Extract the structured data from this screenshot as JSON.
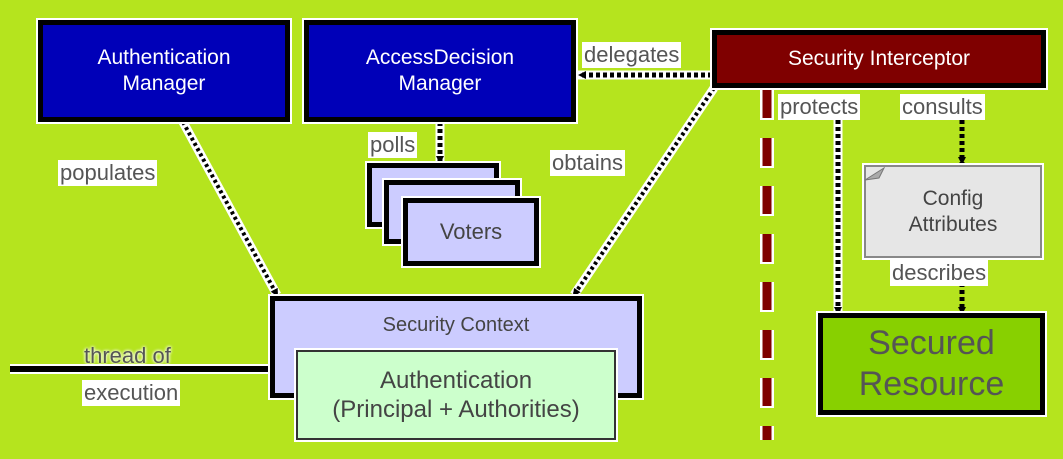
{
  "diagram": {
    "title": "Spring Security Architecture",
    "colors": {
      "background": "#b5e41e",
      "manager_fill": "#0000b8",
      "interceptor_fill": "#7f0000",
      "voter_fill": "#ccccff",
      "context_fill": "#ccccff",
      "authentication_fill": "#ccffcc",
      "config_fill": "#e6e6e6",
      "resource_fill": "#88d000"
    },
    "nodes": {
      "authentication_manager": {
        "line1": "Authentication",
        "line2": "Manager"
      },
      "access_decision_manager": {
        "line1": "AccessDecision",
        "line2": "Manager"
      },
      "security_interceptor": {
        "label": "Security Interceptor"
      },
      "voters": {
        "label": "Voters",
        "stack_count": 3
      },
      "security_context": {
        "label": "Security Context"
      },
      "authentication": {
        "line1": "Authentication",
        "line2": "(Principal + Authorities)"
      },
      "config_attributes": {
        "line1": "Config",
        "line2": "Attributes"
      },
      "secured_resource": {
        "line1": "Secured",
        "line2": "Resource"
      }
    },
    "edges": {
      "populates": "populates",
      "delegates": "delegates",
      "polls": "polls",
      "obtains": "obtains",
      "protects": "protects",
      "consults": "consults",
      "describes": "describes",
      "thread_line1": "thread of",
      "thread_line2": "execution"
    }
  }
}
